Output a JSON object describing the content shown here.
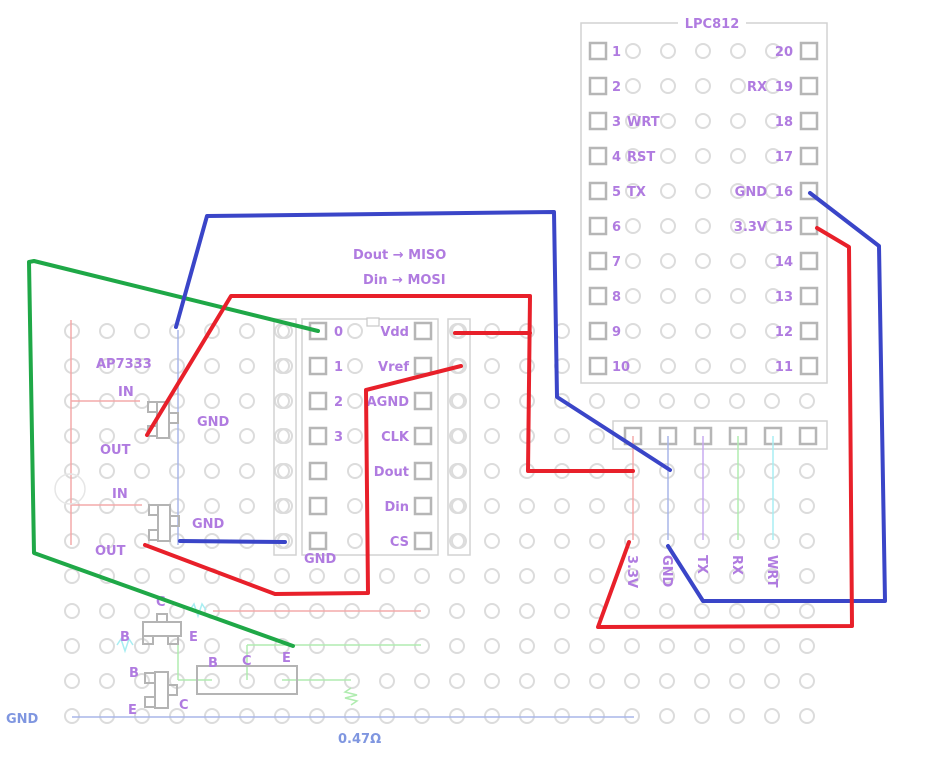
{
  "title": "LPC812 + AP7333 perfboard wiring layout",
  "colors": {
    "label": "#b07be0",
    "gnd_label": "#7f96e0",
    "wire_red": "#e8202a",
    "wire_blue": "#3a45c8",
    "wire_green": "#1fa847",
    "trace_red": "#f4aaaa",
    "trace_blue": "#a8b6e8",
    "trace_purple": "#c8aaf0",
    "trace_green": "#b0ecb0",
    "trace_cyan": "#a8eef2"
  },
  "lpc812": {
    "title": "LPC812",
    "left_pins": [
      {
        "num": "1",
        "func": ""
      },
      {
        "num": "2",
        "func": ""
      },
      {
        "num": "3",
        "func": "WRT"
      },
      {
        "num": "4",
        "func": "RST"
      },
      {
        "num": "5",
        "func": "TX"
      },
      {
        "num": "6",
        "func": ""
      },
      {
        "num": "7",
        "func": ""
      },
      {
        "num": "8",
        "func": ""
      },
      {
        "num": "9",
        "func": ""
      },
      {
        "num": "10",
        "func": ""
      }
    ],
    "right_pins": [
      {
        "num": "20",
        "func": ""
      },
      {
        "num": "19",
        "func": "RX"
      },
      {
        "num": "18",
        "func": ""
      },
      {
        "num": "17",
        "func": ""
      },
      {
        "num": "16",
        "func": "GND"
      },
      {
        "num": "15",
        "func": "3.3V"
      },
      {
        "num": "14",
        "func": ""
      },
      {
        "num": "13",
        "func": ""
      },
      {
        "num": "12",
        "func": ""
      },
      {
        "num": "11",
        "func": ""
      }
    ]
  },
  "adc": {
    "notes": [
      "Dout  → MISO",
      "Din  → MOSI"
    ],
    "left_pins": [
      "0",
      "1",
      "2",
      "3",
      "",
      "",
      ""
    ],
    "right_pins": [
      "Vdd",
      "Vref",
      "AGND",
      "CLK",
      "Dout",
      "Din",
      "CS"
    ],
    "gnd_label": "GND"
  },
  "header": {
    "pins": [
      "3.3V",
      "GND",
      "TX",
      "RX",
      "WRT",
      ""
    ]
  },
  "regulator": {
    "name": "AP7333",
    "upper": {
      "in": "IN",
      "out": "OUT",
      "gnd": "GND"
    },
    "lower": {
      "in": "IN",
      "out": "OUT",
      "gnd": "GND"
    }
  },
  "transistors": {
    "q1": {
      "c": "C",
      "b": "B",
      "e": "E"
    },
    "q2": {
      "b": "B",
      "c": "C",
      "e": "E"
    },
    "q3": {
      "b": "B",
      "c": "C",
      "e": "E"
    }
  },
  "gnd_rail_label": "GND",
  "resistor_value": "0.47Ω"
}
